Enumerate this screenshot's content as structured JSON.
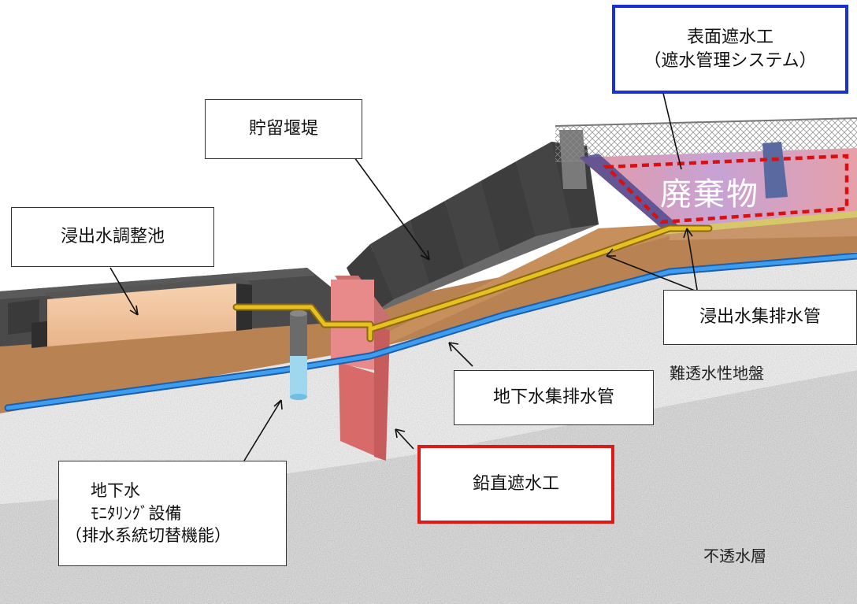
{
  "labels": {
    "surface": [
      "表面遮水工",
      "（遮水管理システム）"
    ],
    "dam": "貯留堰堤",
    "pond": "浸出水調整池",
    "waste": "廃棄物",
    "leach_pipe": "浸出水集排水管",
    "ground_pipe": "地下水集排水管",
    "low_perm": "難透水性地盤",
    "vertical": "鉛直遮水工",
    "monitoring": [
      "地下水",
      "ﾓﾆﾀﾘﾝｸﾞ設備",
      "（排水系統切替機能）"
    ],
    "impermeable": "不透水層"
  },
  "colors": {
    "surface_border": "#1a2fd4",
    "vertical_border": "#e01818",
    "pipe_yellow": "#e8c020",
    "pipe_blue": "#2f8fe0",
    "soil": "#b98252",
    "rock": "#d8d8d8",
    "wall": "#e08080",
    "waste_dashed": "#d81010"
  }
}
